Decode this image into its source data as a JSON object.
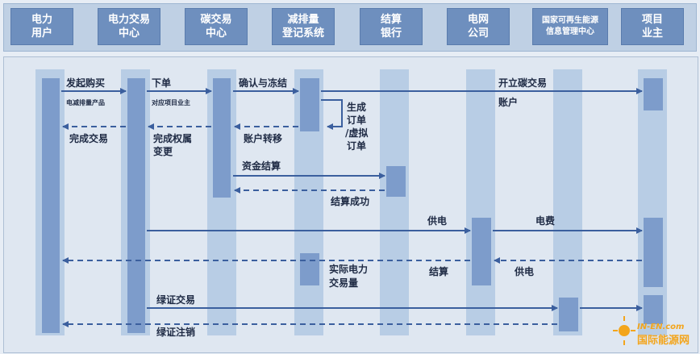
{
  "participants": [
    {
      "key": "power_user",
      "label": "电力\n用户"
    },
    {
      "key": "power_exchange",
      "label": "电力交易\n中心"
    },
    {
      "key": "carbon_exchange",
      "label": "碳交易\n中心"
    },
    {
      "key": "carbon_registry",
      "label": "减排量\n登记系统"
    },
    {
      "key": "settlement_bank",
      "label": "结算\n银行"
    },
    {
      "key": "grid_company",
      "label": "电网\n公司"
    },
    {
      "key": "renewable_center",
      "label": "国家可再生能源\n信息管理中心"
    },
    {
      "key": "project_owner",
      "label": "项目\n业主"
    }
  ],
  "messages": {
    "purchase": "发起购买",
    "emission_product": "电减排量产品",
    "order": "下单",
    "project_owner_ref": "对应项目业主",
    "confirm_freeze": "确认与冻结",
    "open_account": "开立碳交易",
    "account": "账户",
    "gen_order_1": "生成",
    "gen_order_2": "订单",
    "gen_order_3": "/虚拟",
    "gen_order_4": "订单",
    "complete_trade": "完成交易",
    "rights_change_1": "完成权属",
    "rights_change_2": "变更",
    "account_transfer": "账户转移",
    "fund_settle": "资金结算",
    "settle_success": "结算成功",
    "power_supply": "供电",
    "electricity_fee": "电费",
    "actual_volume_1": "实际电力",
    "actual_volume_2": "交易量",
    "settlement": "结算",
    "power_supply_back": "供电",
    "green_trade": "绿证交易",
    "green_cancel": "绿证注销"
  },
  "watermark": {
    "logo_text": "IN-EN.com",
    "site_name": "国际能源网"
  },
  "colors": {
    "header_box": "#6e8fbe",
    "lifeline": "#b8cde5",
    "activation": "#7d9ccb",
    "arrow": "#3b5f9e",
    "text": "#1e2a44",
    "watermark": "#f3a51c"
  }
}
